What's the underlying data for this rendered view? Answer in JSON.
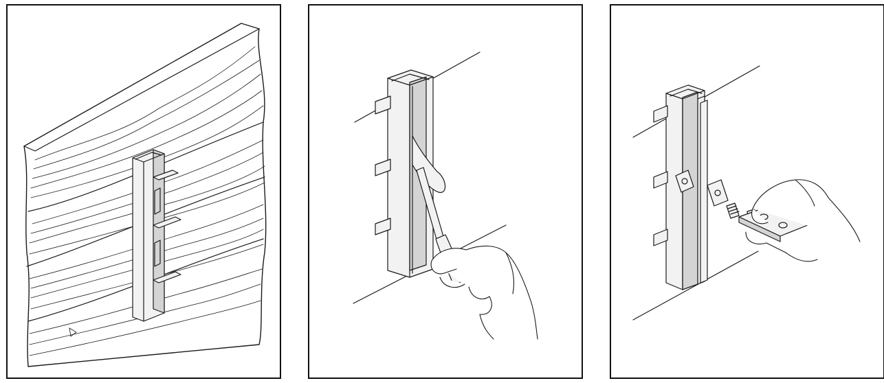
{
  "figure": {
    "panels": [
      {
        "id": "panel-1",
        "depicts": "vertical-channel-strut-mounted-on-wooden-board"
      },
      {
        "id": "panel-2",
        "depicts": "screwdriver-inserted-into-channel-strut"
      },
      {
        "id": "panel-3",
        "depicts": "spring-nut-and-flat-plate-fitting-into-channel"
      }
    ],
    "colors": {
      "stroke": "#1a1a1a",
      "steel": "#f2f2f2",
      "steel_shadow": "#d4d4d4",
      "background": "#ffffff"
    },
    "icons": [
      "wood-grain",
      "channel-strut",
      "screwdriver",
      "hand",
      "spring-nut",
      "flat-plate",
      "bolt"
    ]
  }
}
